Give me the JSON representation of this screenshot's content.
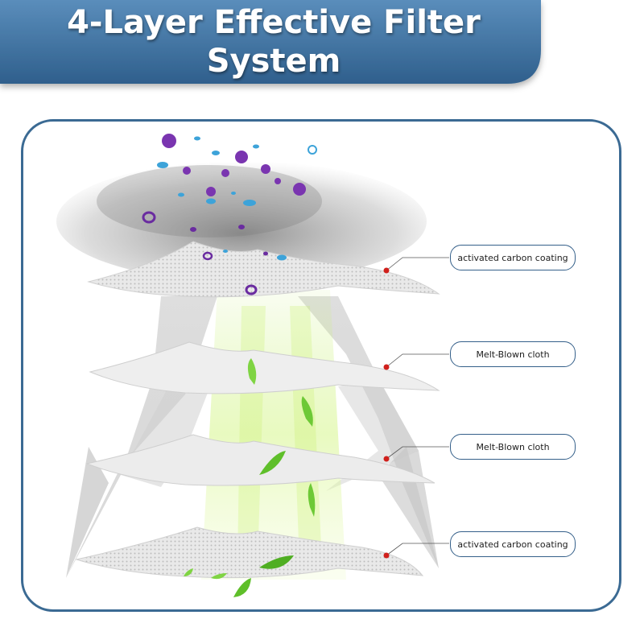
{
  "header": {
    "title": "4-Layer Effective Filter System"
  },
  "layers": [
    {
      "label": "activated carbon coating"
    },
    {
      "label": "Melt-Blown cloth"
    },
    {
      "label": "Melt-Blown cloth"
    },
    {
      "label": "activated carbon coating"
    }
  ],
  "colors": {
    "banner": "#3f73a0",
    "frame_border": "#3b6a93",
    "marker": "#d0201c",
    "particles_purple": "#7a35b0",
    "particles_blue": "#3da3d9",
    "leaf_green": "#5fbf2a"
  }
}
